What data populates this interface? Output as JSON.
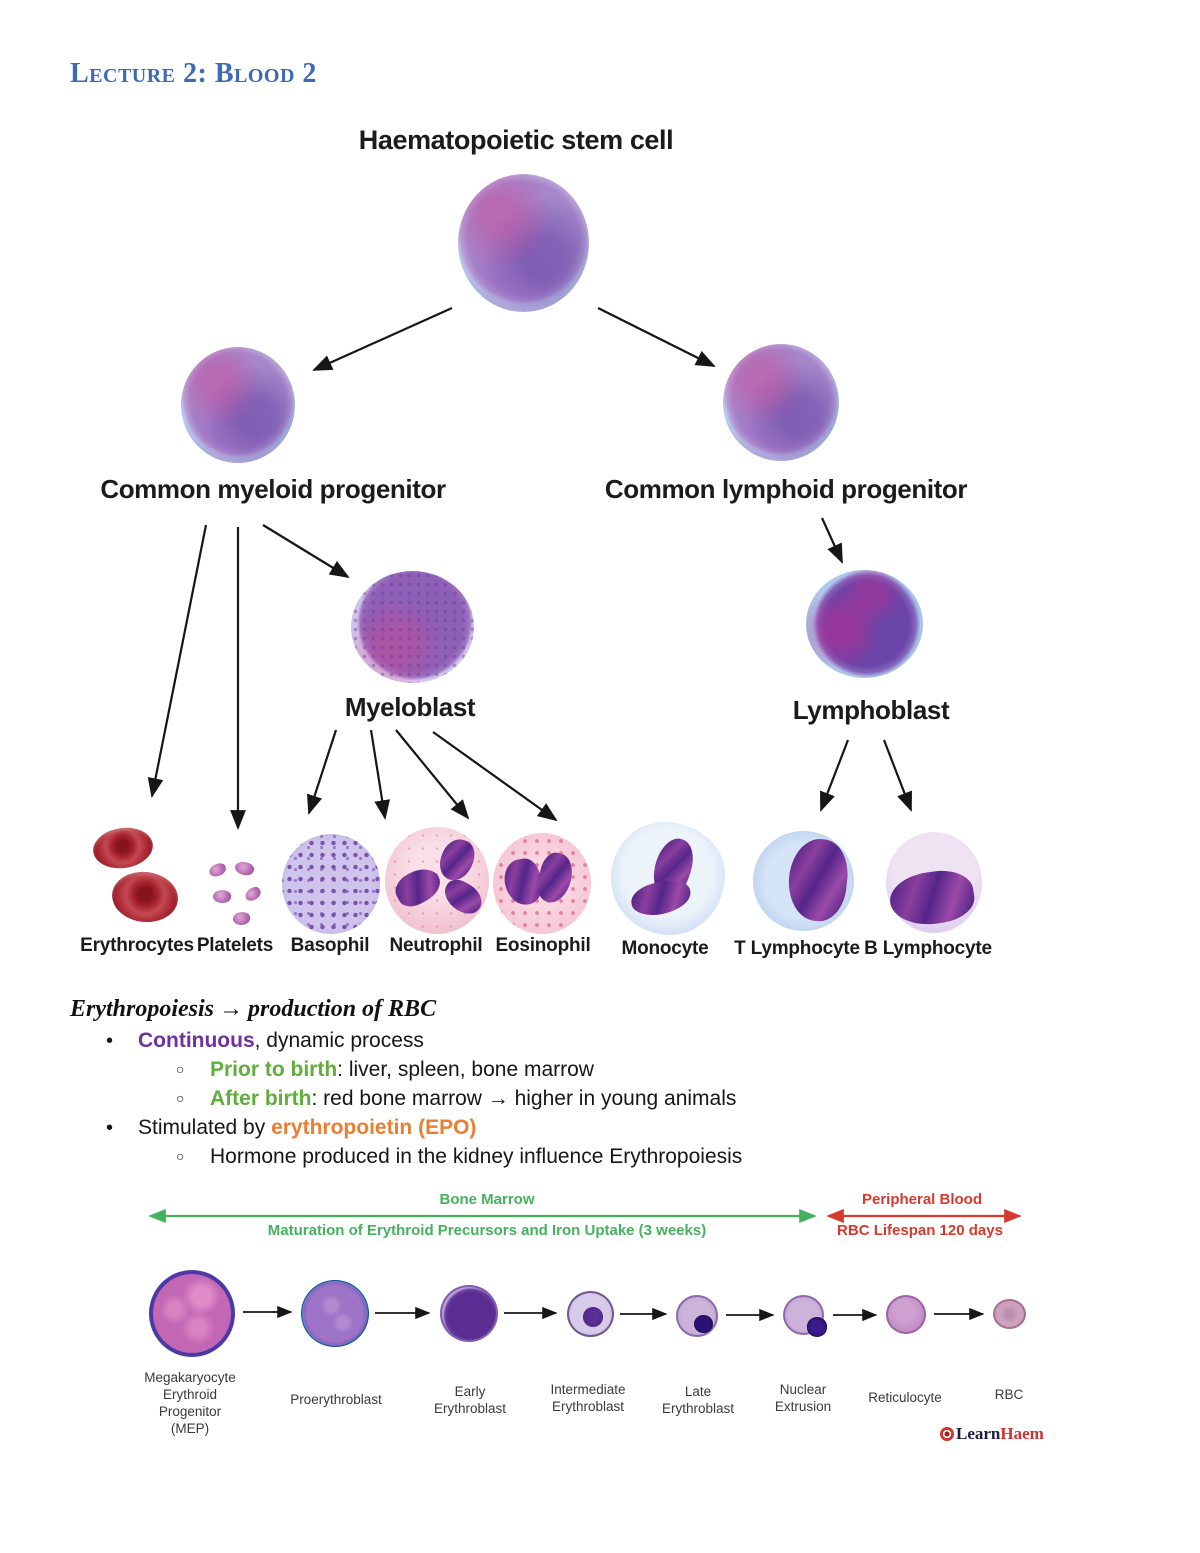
{
  "page": {
    "title": "Lecture 2: Blood 2"
  },
  "colors": {
    "title_blue": "#3d6ab5",
    "highlight_purple": "#7030a0",
    "highlight_green": "#5fae3d",
    "highlight_orange": "#ed7d31",
    "bone_marrow_green": "#45b15e",
    "peripheral_red": "#d6392e",
    "logo_red": "#cc3333"
  },
  "lineage": {
    "root_label": "Haematopoietic stem cell",
    "myeloid_label": "Common myeloid progenitor",
    "lymphoid_label": "Common lymphoid progenitor",
    "myeloblast_label": "Myeloblast",
    "lymphoblast_label": "Lymphoblast",
    "terminal_cells": [
      "Erythrocytes",
      "Platelets",
      "Basophil",
      "Neutrophil",
      "Eosinophil",
      "Monocyte",
      "T Lymphocyte",
      "B Lymphocyte"
    ]
  },
  "notes": {
    "heading": {
      "lead": "Erythropoiesis",
      "arrow": "→",
      "rest": "production of RBC"
    },
    "bullets": [
      {
        "marker": "•",
        "prefix": "",
        "highlight": "Continuous",
        "rest": ", dynamic process"
      },
      {
        "marker": "○",
        "prefix": "",
        "highlight": "Prior to birth",
        "rest": ": liver, spleen, bone marrow"
      },
      {
        "marker": "○",
        "prefix": "",
        "highlight": "After birth",
        "rest": ": red bone marrow → higher in young animals"
      },
      {
        "marker": "•",
        "prefix": "Stimulated by ",
        "highlight": "erythropoietin (EPO)",
        "rest": ""
      },
      {
        "marker": "○",
        "prefix": "",
        "highlight": "",
        "rest": "Hormone produced in the kidney influence Erythropoiesis"
      }
    ]
  },
  "maturation": {
    "bone_marrow_label": "Bone Marrow",
    "bone_marrow_sub": "Maturation of Erythroid Precursors and Iron Uptake (3 weeks)",
    "peripheral_label": "Peripheral Blood",
    "peripheral_sub": "RBC Lifespan 120 days",
    "stages": [
      "Megakaryocyte\nErythroid\nProgenitor\n(MEP)",
      "Proerythroblast",
      "Early\nErythroblast",
      "Intermediate\nErythroblast",
      "Late\nErythroblast",
      "Nuclear\nExtrusion",
      "Reticulocyte",
      "RBC"
    ],
    "logo_learn": "Learn",
    "logo_haem": "Haem"
  }
}
